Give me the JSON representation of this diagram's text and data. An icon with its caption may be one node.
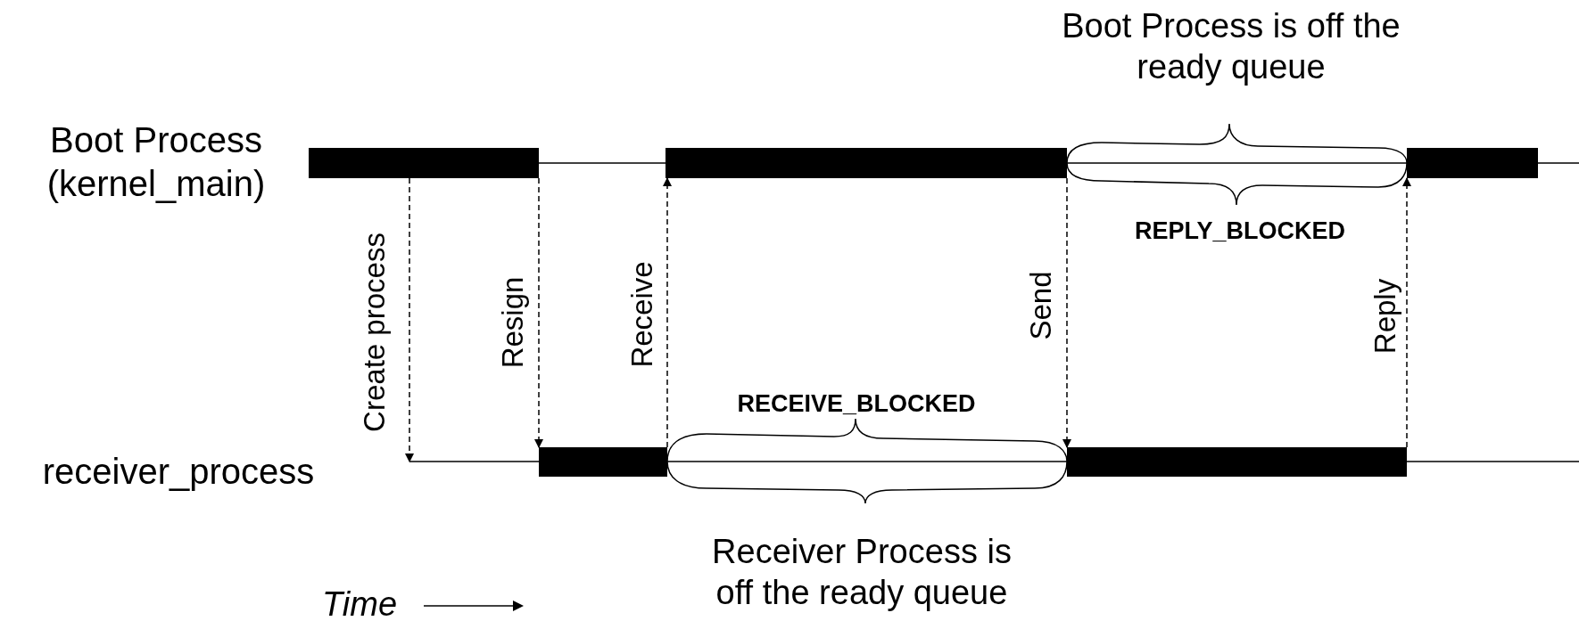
{
  "diagram": {
    "nodes": [
      {
        "text": [
          "Boot Process (kernel_main)"
        ]
      },
      {
        "text": [
          "receiver_process"
        ]
      },
      {
        "text": [],
        "shape": "bar"
      },
      {
        "text": [],
        "shape": "bar"
      },
      {
        "text": [],
        "shape": "bar"
      },
      {
        "text": [],
        "shape": "bar"
      },
      {
        "text": [],
        "shape": "bar"
      }
    ],
    "edges": [
      {
        "from": 2,
        "to": null,
        "arrow": "to",
        "label": "Create process",
        "style": "dashed"
      },
      {
        "from": 2,
        "to": 5,
        "arrow": "to",
        "label": "Resign",
        "style": "dashed"
      },
      {
        "from": 5,
        "to": 3,
        "arrow": "to",
        "label": "Receive",
        "style": "dashed"
      },
      {
        "from": 3,
        "to": 6,
        "arrow": "to",
        "label": "Send",
        "style": "dashed"
      },
      {
        "from": 6,
        "to": 4,
        "arrow": "to",
        "label": "Reply",
        "style": "dashed"
      }
    ],
    "labels": [
      "Boot Process is off the ready queue",
      "REPLY_BLOCKED",
      "RECEIVE_BLOCKED",
      "Receiver Process is off the ready queue",
      "Time"
    ]
  }
}
